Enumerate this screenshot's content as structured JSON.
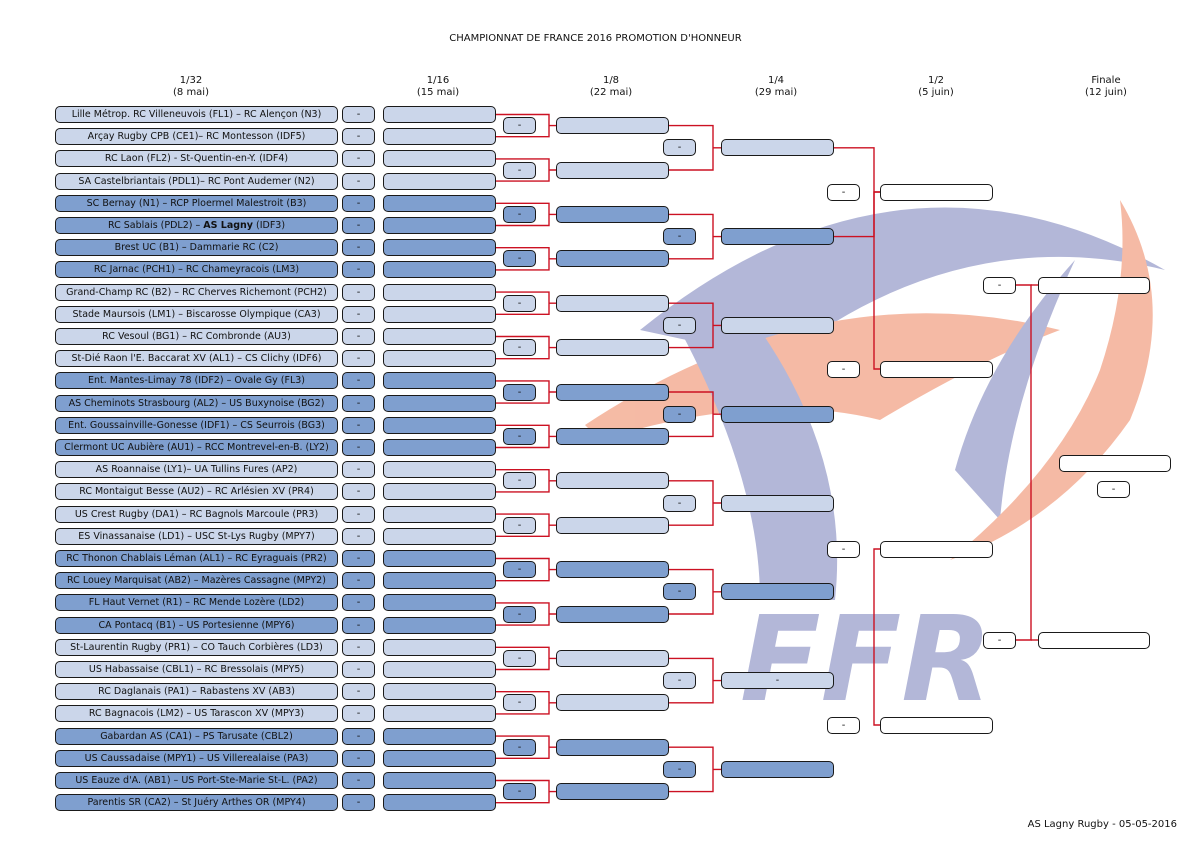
{
  "title": "CHAMPIONNAT DE FRANCE 2016 PROMOTION D'HONNEUR",
  "rounds": [
    {
      "name": "1/32",
      "date": "(8 mai)"
    },
    {
      "name": "1/16",
      "date": "(15 mai)"
    },
    {
      "name": "1/8",
      "date": "(22 mai)"
    },
    {
      "name": "1/4",
      "date": "(29 mai)"
    },
    {
      "name": "1/2",
      "date": "(5 juin)"
    },
    {
      "name": "Finale",
      "date": "(12 juin)"
    }
  ],
  "matches": [
    "Lille Métrop. RC Villeneuvois (FL1) – RC Alençon (N3)",
    "Arçay Rugby CPB (CE1)– RC Montesson (IDF5)",
    "RC Laon (FL2) - St-Quentin-en-Y. (IDF4)",
    "SA Castelbriantais (PDL1)– RC Pont Audemer (N2)",
    "SC Bernay (N1) – RCP Ploermel Malestroit (B3)",
    "RC Sablais (PDL2) – |AS Lagny| (IDF3)",
    "Brest UC (B1) – Dammarie RC (C2)",
    "RC Jarnac (PCH1) – RC Chameyracois (LM3)",
    "Grand-Champ RC (B2) – RC Cherves Richemont (PCH2)",
    "Stade Maursois (LM1) – Biscarosse Olympique (CA3)",
    "RC Vesoul (BG1) – RC Combronde (AU3)",
    "St-Dié Raon l'E. Baccarat XV (AL1) – CS Clichy (IDF6)",
    "Ent. Mantes-Limay 78 (IDF2) – Ovale Gy (FL3)",
    "AS Cheminots Strasbourg (AL2) – US Buxynoise (BG2)",
    "Ent. Goussainville-Gonesse (IDF1) – CS Seurrois (BG3)",
    "Clermont UC Aubière (AU1) – RCC Montrevel-en-B. (LY2)",
    "AS Roannaise (LY1)– UA Tullins Fures (AP2)",
    "RC Montaigut Besse (AU2) – RC Arlésien XV (PR4)",
    "US Crest Rugby (DA1) – RC Bagnols Marcoule (PR3)",
    "ES Vinassanaise (LD1) – USC St-Lys Rugby (MPY7)",
    "RC Thonon Chablais Léman (AL1) – RC Eyraguais (PR2)",
    "RC Louey Marquisat (AB2) – Mazères Cassagne (MPY2)",
    "FL Haut Vernet (R1) – RC Mende Lozère (LD2)",
    "CA Pontacq (B1) – US Portesienne (MPY6)",
    "St-Laurentin Rugby (PR1) – CO Tauch Corbières (LD3)",
    "US Habassaise (CBL1) – RC Bressolais (MPY5)",
    "RC Daglanais (PA1) – Rabastens XV (AB3)",
    "RC Bagnacois (LM2) – US Tarascon XV (MPY3)",
    "Gabardan AS (CA1) – PS Tarusate (CBL2)",
    "US Caussadaise (MPY1) – US Villerealaise (PA3)",
    "US Eauze d'A. (AB1) – US Port-Ste-Marie St-L. (PA2)",
    "Parentis SR (CA2) – St Juéry Arthes OR (MPY4)"
  ],
  "score_placeholder": "-",
  "qf_slot_text": "-",
  "footer": "AS Lagny Rugby - 05-05-2016",
  "logo_text": "FFR",
  "colors": {
    "light": "#cbd6ea",
    "dark": "#7f9fcf",
    "connector": "#cc1122",
    "logo_blue": "#9a9fcb",
    "logo_orange": "#f2a487"
  }
}
